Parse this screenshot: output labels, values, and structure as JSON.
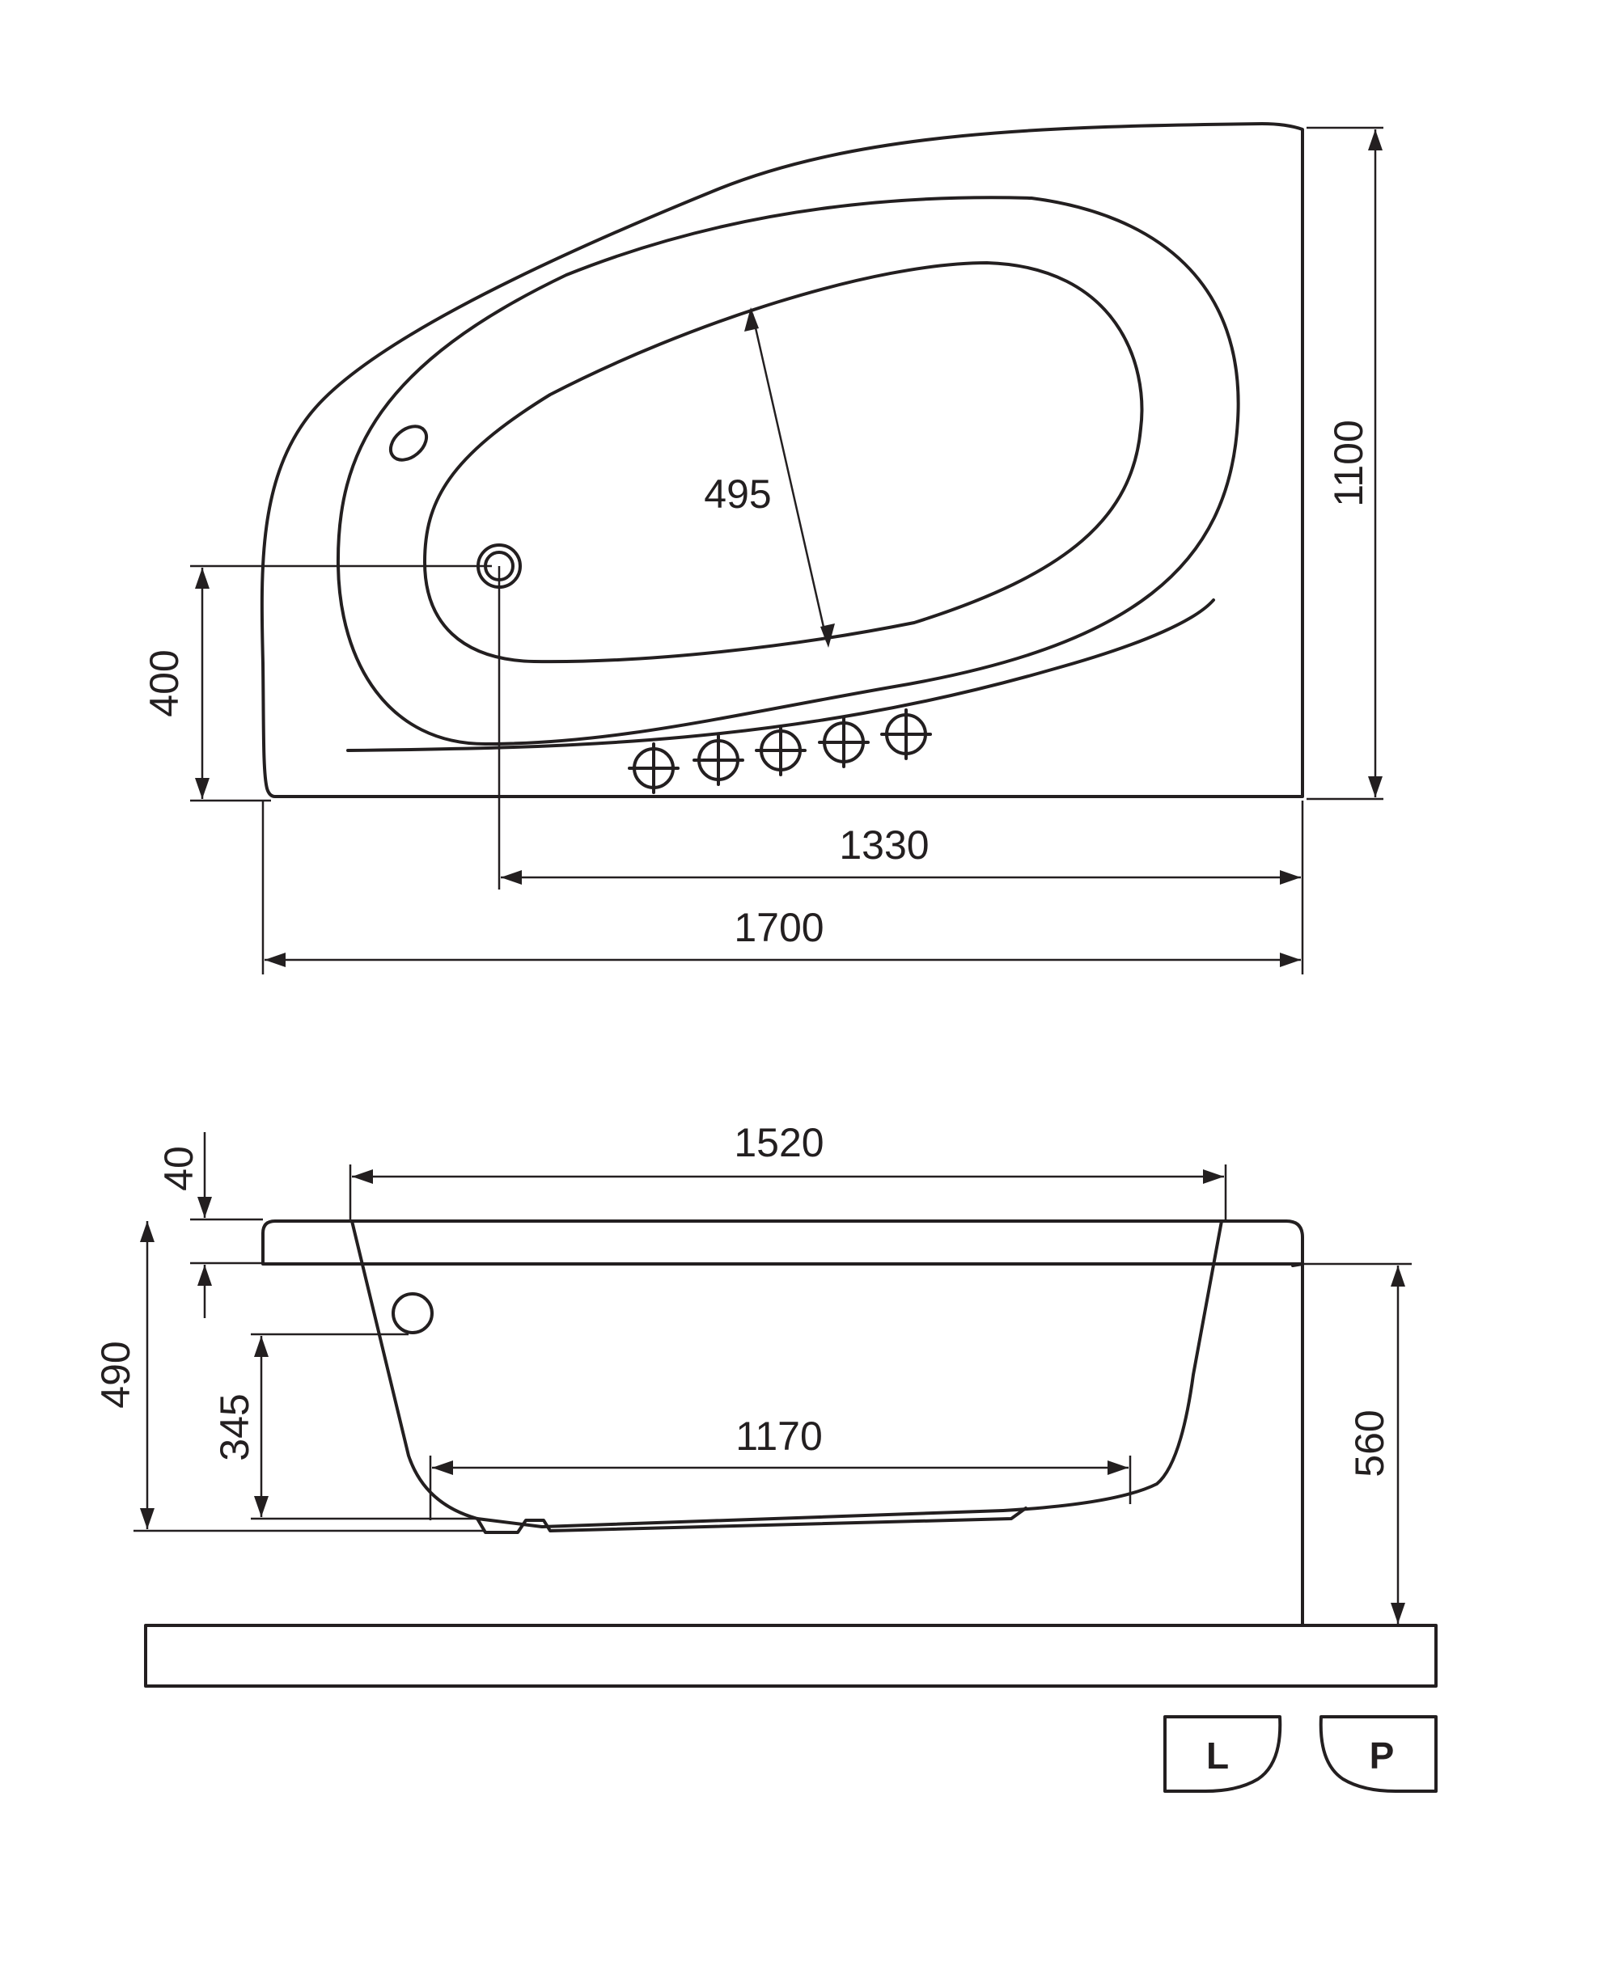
{
  "top_view": {
    "dimensions": {
      "width": "1700",
      "drain_to_edge": "1330",
      "depth": "1100",
      "drain_offset": "400",
      "inner_width": "495"
    }
  },
  "side_view": {
    "dimensions": {
      "top_length": "1520",
      "bottom_length": "1170",
      "rim_thickness": "40",
      "total_height": "490",
      "overflow_height": "345",
      "floor_height": "560"
    }
  },
  "variants": {
    "left": "L",
    "right": "P"
  }
}
